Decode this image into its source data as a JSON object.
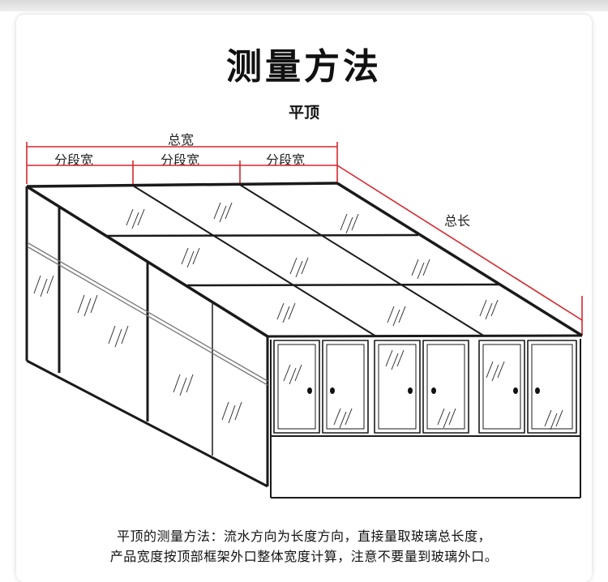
{
  "title": "测量方法",
  "subtitle": "平顶",
  "dimensions": {
    "total_width": "总宽",
    "segment_width": [
      "分段宽",
      "分段宽",
      "分段宽"
    ],
    "total_length": "总长"
  },
  "description": [
    "平顶的测量方法：流水方向为长度方向，直接量取玻璃总长度，",
    "产品宽度按顶部框架外口整体宽度计算，注意不要量到玻璃外口。"
  ],
  "colors": {
    "dimension_line": "#d9262c",
    "frame": "#1a1a1a"
  }
}
